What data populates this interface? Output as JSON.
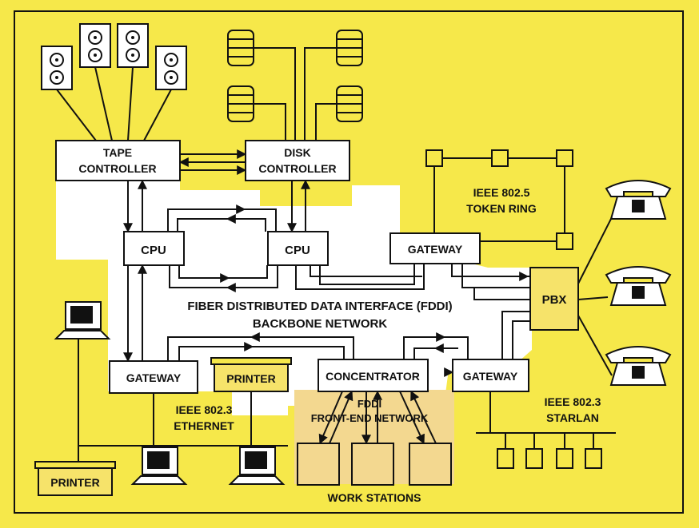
{
  "colors": {
    "background": "#f6e84a",
    "backbone": "#ffffff",
    "front_end": "#f3d890",
    "ink": "#111111"
  },
  "nodes": {
    "tape_controller": [
      "TAPE",
      "CONTROLLER"
    ],
    "disk_controller": [
      "DISK",
      "CONTROLLER"
    ],
    "cpu_left": "CPU",
    "cpu_right": "CPU",
    "gateway_token_ring": "GATEWAY",
    "pbx": "PBX",
    "gateway_ethernet": "GATEWAY",
    "printer_backbone": "PRINTER",
    "concentrator": "CONCENTRATOR",
    "gateway_starlan": "GATEWAY",
    "printer_ethernet": "PRINTER"
  },
  "labels": {
    "fddi": [
      "FIBER DISTRIBUTED DATA INTERFACE (FDDI)",
      "BACKBONE NETWORK"
    ],
    "token_ring": [
      "IEEE 802.5",
      "TOKEN RING"
    ],
    "ethernet": [
      "IEEE 802.3",
      "ETHERNET"
    ],
    "starlan": [
      "IEEE 802.3",
      "STARLAN"
    ],
    "front_end": [
      "FDDI",
      "FRONT-END NETWORK"
    ],
    "work_stations": "WORK STATIONS"
  },
  "icons": {
    "tape_drive": "tape-drive-icon",
    "disk_drive": "disk-stack-icon",
    "telephone": "telephone-icon",
    "terminal": "computer-terminal-icon"
  }
}
